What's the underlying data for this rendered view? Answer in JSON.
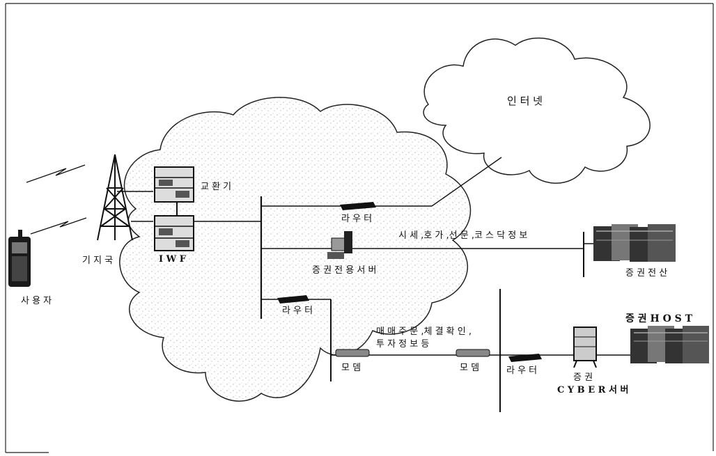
{
  "labels": {
    "user": "사 용 자",
    "base_station": "기 지 국",
    "exchange": "교 환 기",
    "iwf": "I W F",
    "internet": "인 터 넷",
    "router_top": "라 우 터",
    "server_text": "시 세 ,호 가 ,선 문 ,코 스 닥 정 보",
    "securities_server": "증 권 전 용 서 버",
    "securities_computing": "증 권 전 산",
    "router_mid": "라 우 터",
    "trade_text_1": "매 매 주 문 ,체 결 확 인 ,",
    "trade_text_2": "투 자 정 보  등",
    "modem_1": "모 뎀",
    "modem_2": "모 뎀",
    "router_right": "라 우 터",
    "cyber_server_1": "증 권",
    "cyber_server_2": "C Y B E R 서 버",
    "host": "증 권 H O S T"
  }
}
